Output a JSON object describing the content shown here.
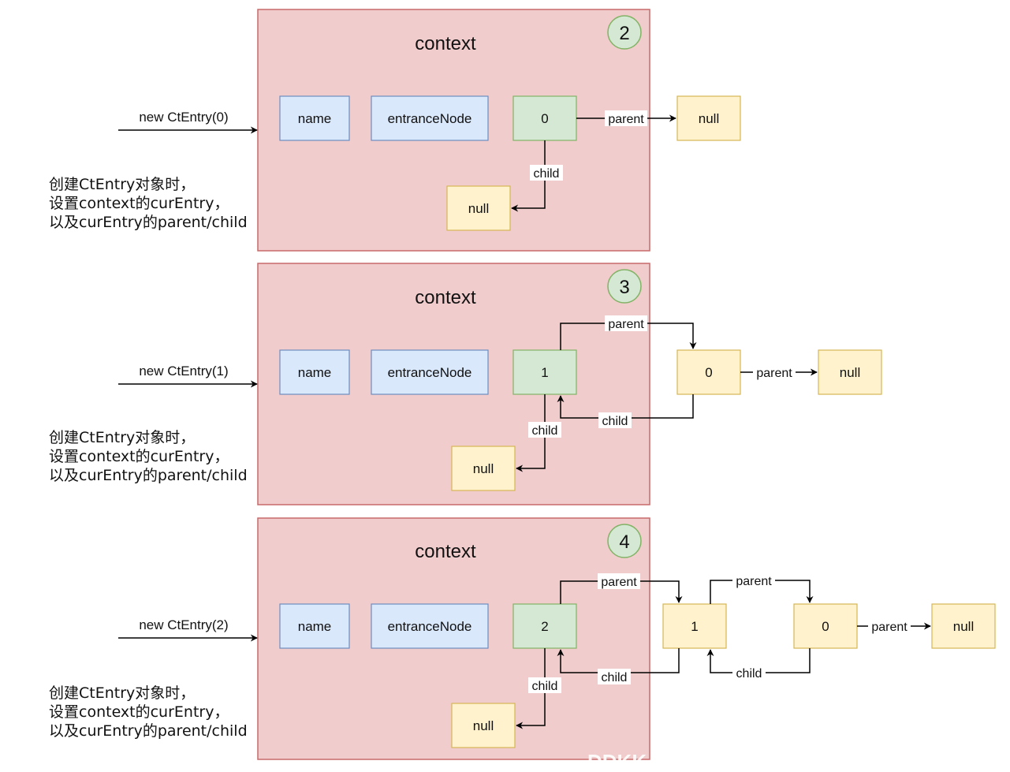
{
  "panel_title": "context",
  "panels": [
    {
      "step": "2",
      "call": "new CtEntry(0)",
      "note": [
        "创建CtEntry对象时，",
        "设置context的curEntry，",
        "以及curEntry的parent/child"
      ],
      "boxes": {
        "name": "name",
        "entrance": "entranceNode",
        "cur": "0",
        "child_null": "null",
        "parent_null": "null"
      },
      "edges": {
        "cur_parent": "parent",
        "cur_child": "child"
      }
    },
    {
      "step": "3",
      "call": "new CtEntry(1)",
      "note": [
        "创建CtEntry对象时，",
        "设置context的curEntry，",
        "以及curEntry的parent/child"
      ],
      "boxes": {
        "name": "name",
        "entrance": "entranceNode",
        "cur": "1",
        "child_null": "null",
        "p1": "0",
        "parent_null": "null"
      },
      "edges": {
        "cur_parent": "parent",
        "p1_child": "child",
        "cur_child": "child",
        "p1_parent": "parent"
      }
    },
    {
      "step": "4",
      "call": "new CtEntry(2)",
      "note": [
        "创建CtEntry对象时，",
        "设置context的curEntry，",
        "以及curEntry的parent/child"
      ],
      "boxes": {
        "name": "name",
        "entrance": "entranceNode",
        "cur": "2",
        "child_null": "null",
        "p1": "1",
        "p2": "0",
        "parent_null": "null"
      },
      "edges": {
        "cur_parent": "parent",
        "p1_child": "child",
        "cur_child": "child",
        "p1_parent": "parent",
        "p2_child": "child",
        "p2_parent": "parent"
      }
    }
  ],
  "watermark": "DDKK"
}
